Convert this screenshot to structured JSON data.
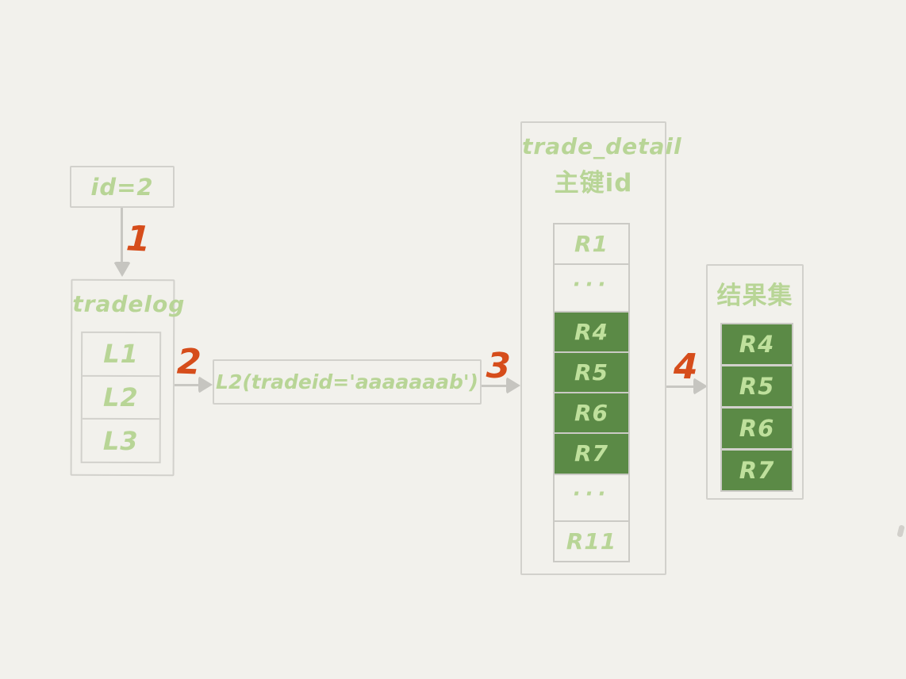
{
  "diagram": {
    "id_box": {
      "label": "id=2"
    },
    "steps": [
      "1",
      "2",
      "3",
      "4"
    ],
    "tradelog": {
      "title": "tradelog",
      "rows": [
        "L1",
        "L2",
        "L3"
      ]
    },
    "lookup_box": {
      "label": "L2(tradeid='aaaaaaab')"
    },
    "trade_detail": {
      "title": "trade_detail",
      "subtitle": "主键id",
      "rows": [
        {
          "label": "R1",
          "highlighted": false
        },
        {
          "label": "···",
          "highlighted": false
        },
        {
          "label": "R4",
          "highlighted": true
        },
        {
          "label": "R5",
          "highlighted": true
        },
        {
          "label": "R6",
          "highlighted": true
        },
        {
          "label": "R7",
          "highlighted": true
        },
        {
          "label": "···",
          "highlighted": false
        },
        {
          "label": "R11",
          "highlighted": false
        }
      ]
    },
    "result_set": {
      "title": "结果集",
      "rows": [
        {
          "label": "R4",
          "highlighted": true
        },
        {
          "label": "R5",
          "highlighted": true
        },
        {
          "label": "R6",
          "highlighted": true
        },
        {
          "label": "R7",
          "highlighted": true
        }
      ]
    },
    "colors": {
      "background": "#f2f1ec",
      "box_border": "#d2d1cc",
      "arrow_gray": "#c6c5c0",
      "text_green": "#b8d596",
      "cell_fill_green": "#5b8a46",
      "cell_text_green": "#bfe09c",
      "step_orange": "#d64d1b"
    }
  }
}
